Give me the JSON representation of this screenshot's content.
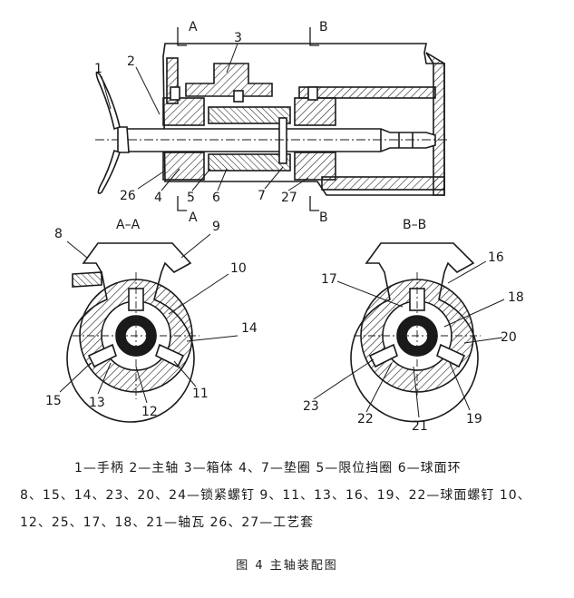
{
  "top_view": {
    "section_marks": [
      "A",
      "B",
      "A",
      "B"
    ],
    "callouts": [
      "1",
      "2",
      "3",
      "26",
      "4",
      "5",
      "6",
      "7",
      "27"
    ]
  },
  "section_a": {
    "title": "A–A",
    "callouts": [
      "8",
      "9",
      "10",
      "14",
      "15",
      "13",
      "12",
      "11"
    ]
  },
  "section_b": {
    "title": "B–B",
    "callouts": [
      "17",
      "16",
      "18",
      "20",
      "23",
      "22",
      "21",
      "19"
    ]
  },
  "legend": {
    "line1": "1—手柄 2—主轴 3—箱体 4、7—垫圈 5—限位挡圈 6—球面环",
    "line2": "8、15、14、23、20、24—锁紧螺钉 9、11、13、16、19、22—球面螺钉 10、",
    "line3": "12、25、17、18、21—轴瓦 26、27—工艺套"
  },
  "figure_title": "图 4  主轴装配图"
}
